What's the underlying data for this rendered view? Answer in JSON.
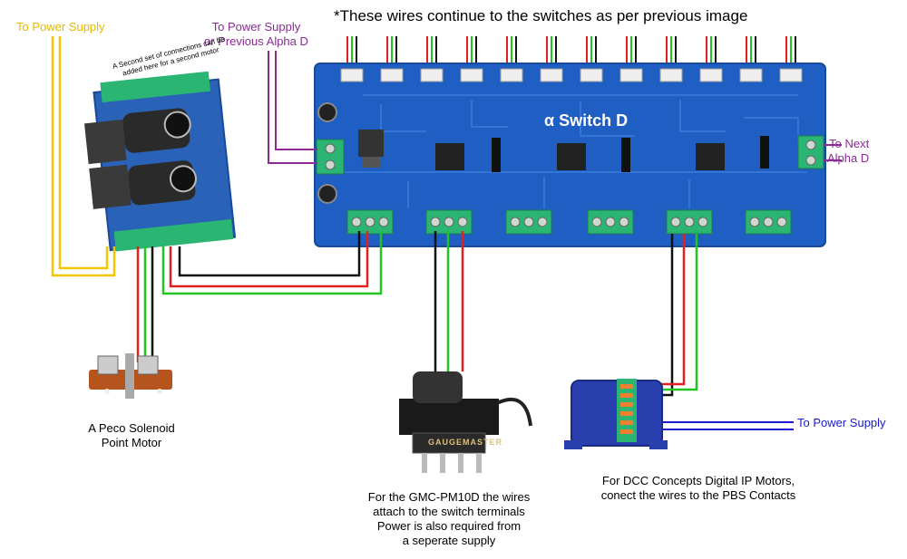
{
  "labels": {
    "top_note": "*These wires continue to the switches as per previous image",
    "power_supply_left": "To Power Supply",
    "power_supply_purple_line1": "To Power Supply",
    "power_supply_purple_line2": "or Previous Alpha D",
    "to_next_line1": "To Next",
    "to_next_line2": "Alpha D",
    "power_supply_right": "To Power Supply",
    "second_set_note": "A Second set of connections can be added here for a second motor",
    "board_title": "α Switch D",
    "gaugemaster_brand": "GAUGEMASTER"
  },
  "captions": {
    "peco": [
      "A Peco Solenoid",
      "Point Motor"
    ],
    "gmc": [
      "For the GMC-PM10D the wires",
      "attach to the switch terminals",
      "Power is also required from",
      "a seperate supply"
    ],
    "dcc": [
      "For DCC Concepts Digital IP Motors,",
      "conect the wires to the PBS Contacts"
    ]
  },
  "colors": {
    "board": "#1f5fc4",
    "board_trace": "#3d7ee0",
    "terminal": "#2bb573",
    "wire_red": "#e32020",
    "wire_green": "#22c422",
    "wire_black": "#111111",
    "wire_yellow": "#f2c500",
    "wire_purple": "#8b2a94",
    "wire_blue": "#1a1acc"
  },
  "icons": [
    "capacitor-icon",
    "chip-icon",
    "terminal-block-icon",
    "solenoid-motor-icon",
    "servo-motor-icon",
    "ip-motor-icon"
  ]
}
